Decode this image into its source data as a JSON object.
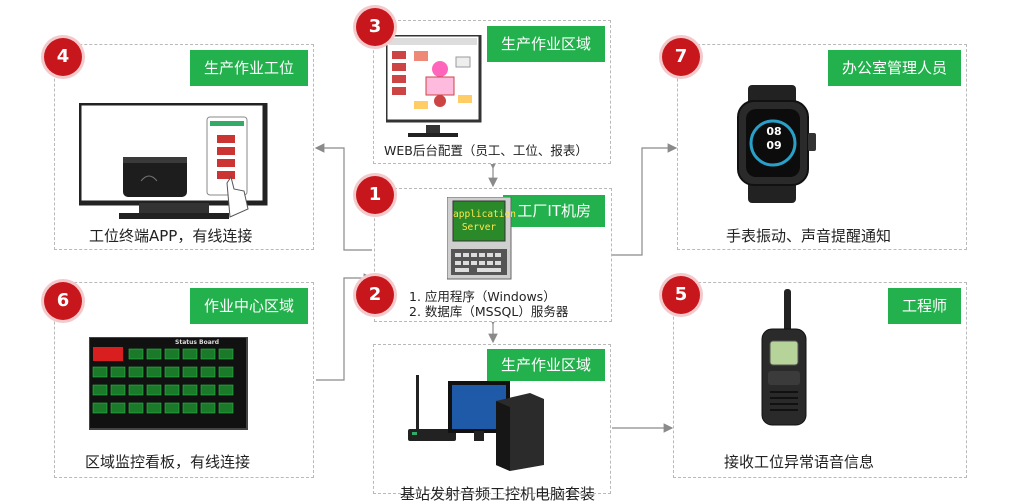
{
  "nodes": {
    "n1": {
      "number": "1",
      "tag": "工厂IT机房",
      "screen_line1": "application",
      "screen_line2": "Server"
    },
    "n2": {
      "number": "2",
      "lines": [
        "1. 应用程序（Windows）",
        "2. 数据库（MSSQL）服务器"
      ]
    },
    "n3": {
      "number": "3",
      "tag": "生产作业区域",
      "caption": "WEB后台配置（员工、工位、报表）"
    },
    "n4": {
      "number": "4",
      "tag": "生产作业工位",
      "caption": "工位终端APP，有线连接"
    },
    "n5": {
      "number": "5",
      "tag": "工程师",
      "caption": "接收工位异常语音信息"
    },
    "n6": {
      "number": "6",
      "tag": "作业中心区域",
      "caption": "区域监控看板，有线连接",
      "board_title": "Status Board"
    },
    "n7": {
      "number": "7",
      "tag": "办公室管理人员",
      "caption": "手表振动、声音提醒通知",
      "watch_time": [
        "08",
        "09"
      ]
    },
    "base": {
      "tag": "生产作业区域",
      "caption": "基站发射音频工控机电脑套装"
    }
  },
  "colors": {
    "tag_green": "#22b14c",
    "badge_red": "#c8161d",
    "connector_gray": "#8a8a8a"
  }
}
